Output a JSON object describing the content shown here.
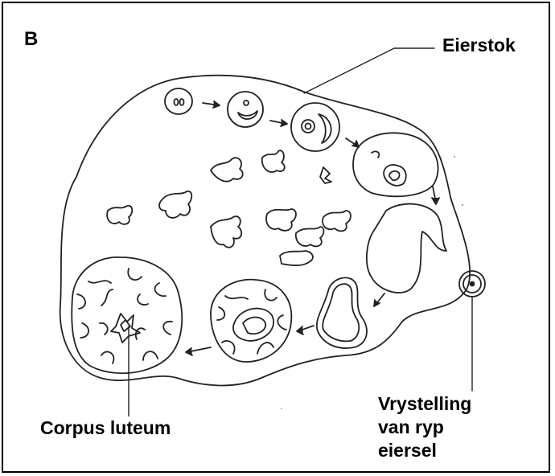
{
  "figure": {
    "panel_letter": "B",
    "labels": {
      "ovary": "Eierstok",
      "corpus_luteum": "Corpus luteum",
      "release_line1": "Vrystelling",
      "release_line2": "van ryp",
      "release_line3": "eiersel"
    }
  }
}
